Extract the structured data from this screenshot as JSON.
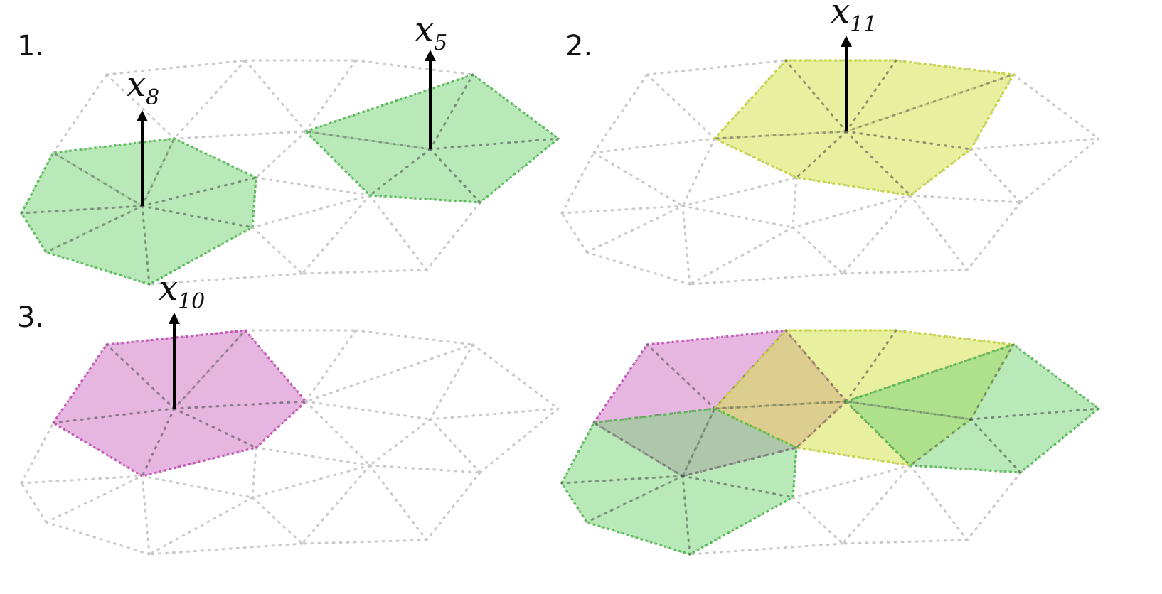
{
  "colors": {
    "green": "#7fd67f",
    "green_dark": "#4fbf4f",
    "yellow": "#d6e24f",
    "yellow_dark": "#c7d62a",
    "magenta": "#d27ac8",
    "magenta_dark": "#c94fbc",
    "mesh": "#c9c9c9"
  },
  "panels": [
    {
      "number": "1."
    },
    {
      "number": "2."
    },
    {
      "number": "3."
    },
    {
      "number": ""
    }
  ],
  "basis_functions": [
    {
      "panel": 1,
      "symbol": "x",
      "subscript": "8",
      "color": "green"
    },
    {
      "panel": 1,
      "symbol": "x",
      "subscript": "5",
      "color": "green"
    },
    {
      "panel": 2,
      "symbol": "x",
      "subscript": "11",
      "color": "yellow"
    },
    {
      "panel": 3,
      "symbol": "x",
      "subscript": "10",
      "color": "magenta"
    }
  ]
}
